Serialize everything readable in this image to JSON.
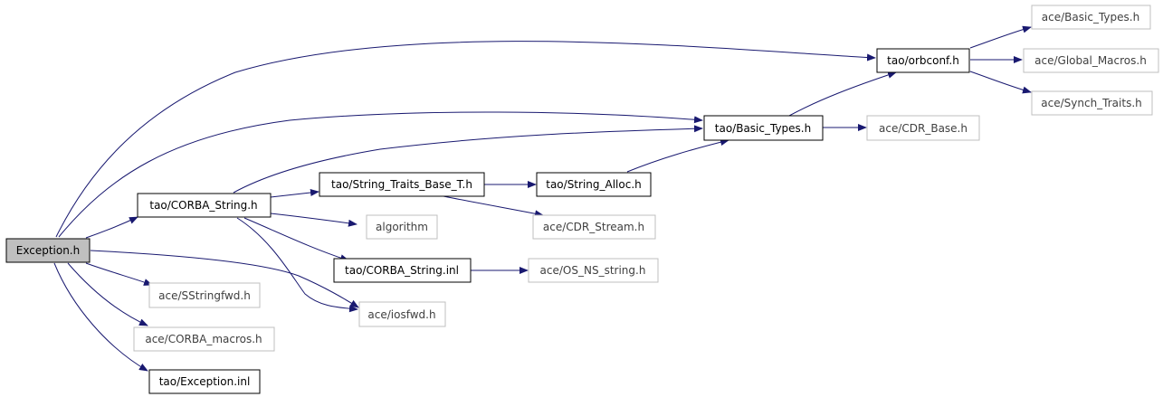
{
  "nodes": {
    "exception_h": "Exception.h",
    "tao_orbconf_h": "tao/orbconf.h",
    "ace_basic_types_h": "ace/Basic_Types.h",
    "ace_global_macros_h": "ace/Global_Macros.h",
    "ace_synch_traits_h": "ace/Synch_Traits.h",
    "tao_basic_types_h": "tao/Basic_Types.h",
    "ace_cdr_base_h": "ace/CDR_Base.h",
    "tao_corba_string_h": "tao/CORBA_String.h",
    "tao_string_traits_base_t_h": "tao/String_Traits_Base_T.h",
    "tao_string_alloc_h": "tao/String_Alloc.h",
    "ace_cdr_stream_h": "ace/CDR_Stream.h",
    "algorithm": "algorithm",
    "tao_corba_string_inl": "tao/CORBA_String.inl",
    "ace_os_ns_string_h": "ace/OS_NS_string.h",
    "ace_iosfwd_h": "ace/iosfwd.h",
    "ace_sstringfwd_h": "ace/SStringfwd.h",
    "ace_corba_macros_h": "ace/CORBA_macros.h",
    "tao_exception_inl": "tao/Exception.inl"
  },
  "edges": [
    {
      "from": "exception_h",
      "to": "tao_orbconf_h"
    },
    {
      "from": "exception_h",
      "to": "tao_basic_types_h"
    },
    {
      "from": "exception_h",
      "to": "tao_corba_string_h"
    },
    {
      "from": "exception_h",
      "to": "ace_iosfwd_h"
    },
    {
      "from": "exception_h",
      "to": "ace_sstringfwd_h"
    },
    {
      "from": "exception_h",
      "to": "ace_corba_macros_h"
    },
    {
      "from": "exception_h",
      "to": "tao_exception_inl"
    },
    {
      "from": "tao_orbconf_h",
      "to": "ace_basic_types_h"
    },
    {
      "from": "tao_orbconf_h",
      "to": "ace_global_macros_h"
    },
    {
      "from": "tao_orbconf_h",
      "to": "ace_synch_traits_h"
    },
    {
      "from": "tao_basic_types_h",
      "to": "tao_orbconf_h"
    },
    {
      "from": "tao_basic_types_h",
      "to": "ace_cdr_base_h"
    },
    {
      "from": "tao_corba_string_h",
      "to": "tao_basic_types_h"
    },
    {
      "from": "tao_corba_string_h",
      "to": "tao_string_traits_base_t_h"
    },
    {
      "from": "tao_corba_string_h",
      "to": "algorithm"
    },
    {
      "from": "tao_corba_string_h",
      "to": "tao_corba_string_inl"
    },
    {
      "from": "tao_corba_string_h",
      "to": "ace_iosfwd_h"
    },
    {
      "from": "tao_string_traits_base_t_h",
      "to": "tao_string_alloc_h"
    },
    {
      "from": "tao_string_traits_base_t_h",
      "to": "ace_cdr_stream_h"
    },
    {
      "from": "tao_string_alloc_h",
      "to": "tao_basic_types_h"
    },
    {
      "from": "tao_corba_string_inl",
      "to": "ace_os_ns_string_h"
    }
  ],
  "colors": {
    "edge": "#191970",
    "root_fill": "#bfbfbf",
    "root_border": "#000000",
    "documented_border": "#000000",
    "undocumented_border": "#bfbfbf",
    "node_fill": "#ffffff"
  }
}
